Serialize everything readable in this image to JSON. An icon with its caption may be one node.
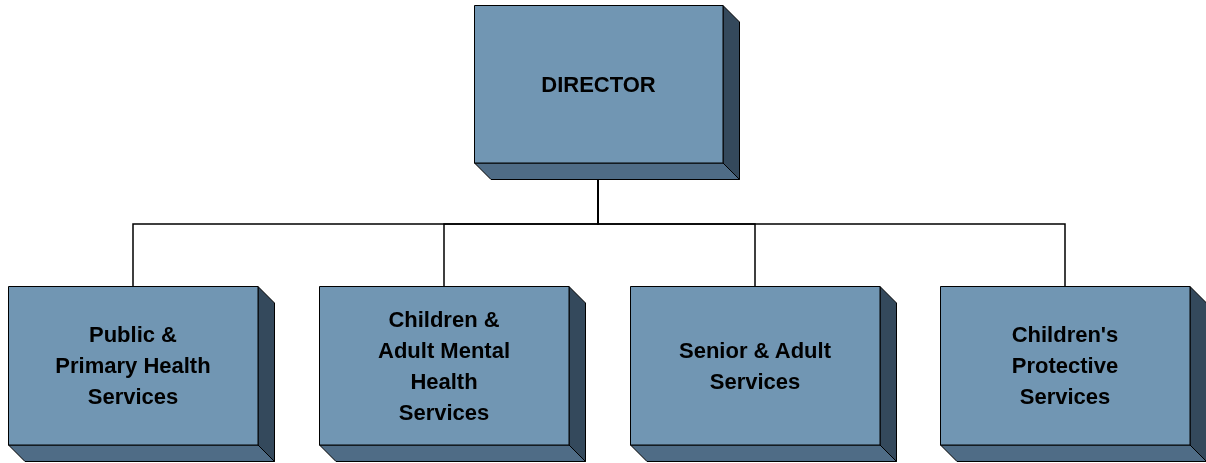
{
  "diagram": {
    "nodes": [
      {
        "text": [
          "DIRECTOR"
        ]
      },
      {
        "text": [
          "Public & Primary Health Services"
        ]
      },
      {
        "text": [
          "Children & Adult Mental Health Services"
        ]
      },
      {
        "text": [
          "Senior & Adult Services"
        ]
      },
      {
        "text": [
          "Children's Protective Services"
        ]
      }
    ],
    "edges": [
      {
        "from": 0,
        "to": 1,
        "arrow": "none"
      },
      {
        "from": 0,
        "to": 2,
        "arrow": "none"
      },
      {
        "from": 0,
        "to": 3,
        "arrow": "none"
      },
      {
        "from": 0,
        "to": 4,
        "arrow": "none"
      }
    ]
  }
}
